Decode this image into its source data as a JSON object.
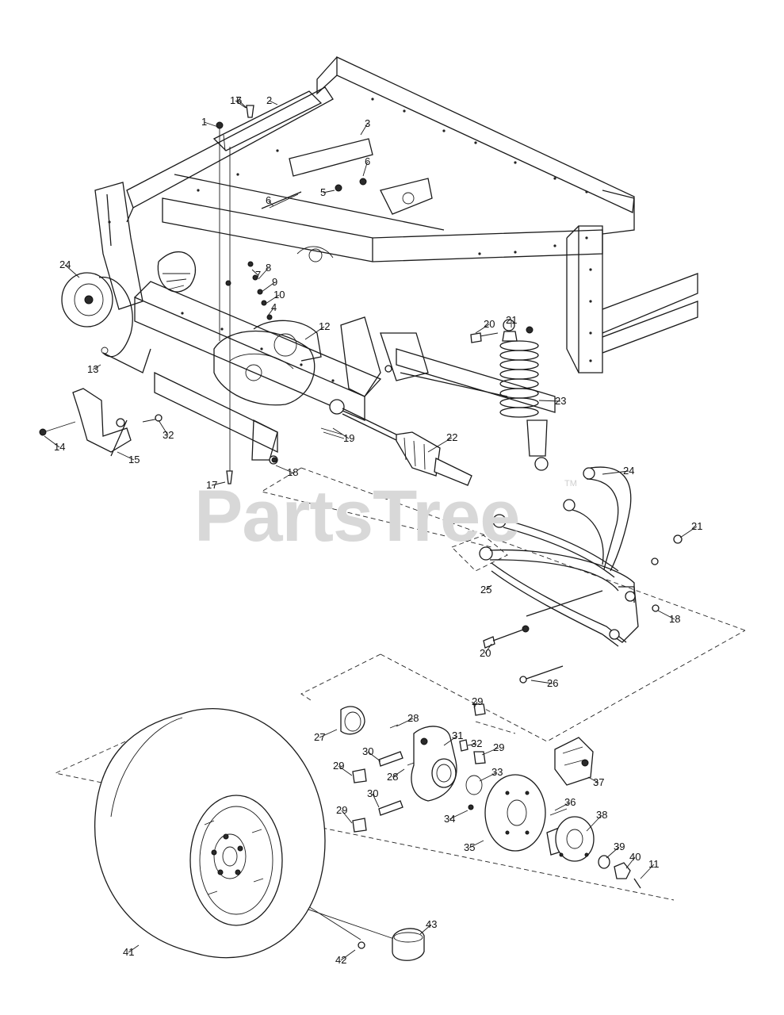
{
  "watermark": {
    "text": "PartsTree",
    "tm": "TM"
  },
  "callouts": [
    "1",
    "2",
    "3",
    "4",
    "5",
    "6",
    "6",
    "6",
    "7",
    "8",
    "9",
    "10",
    "11",
    "12",
    "13",
    "14",
    "15",
    "17",
    "17",
    "18",
    "18",
    "19",
    "20",
    "20",
    "21",
    "21",
    "22",
    "23",
    "24",
    "24",
    "25",
    "26",
    "27",
    "28",
    "28",
    "29",
    "29",
    "29",
    "29",
    "30",
    "30",
    "31",
    "32",
    "32",
    "33",
    "34",
    "35",
    "36",
    "37",
    "38",
    "39",
    "40",
    "41",
    "42",
    "43"
  ]
}
